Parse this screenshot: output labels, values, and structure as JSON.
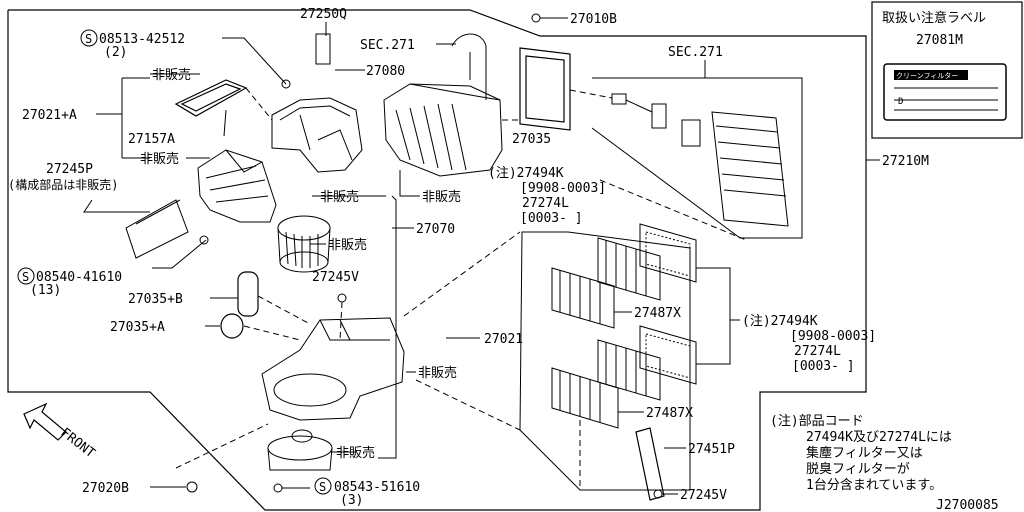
{
  "parts": {
    "p27250Q": "27250Q",
    "p27010B": "27010B",
    "p08513_num": "08513-42512",
    "p08513_qty": "(2)",
    "sec271_a": "SEC.271",
    "p27080": "27080",
    "nonsale_1": "非販売",
    "sec271_b": "SEC.271",
    "p27021A": "27021+A",
    "p27157A": "27157A",
    "nonsale_2": "非販売",
    "p27245P": "27245P",
    "p27245P_note": "(構成部品は非販売)",
    "p27035": "27035",
    "p27210M": "27210M",
    "nonsale_3": "非販売",
    "note_27494K_1": "(注)27494K",
    "date_range_1": "[9908-0003]",
    "p27274L_1": "27274L",
    "date_from_1": "[0003-    ]",
    "nonsale_4": "非販売",
    "p27070": "27070",
    "nonsale_5": "非販売",
    "s08540_num": "08540-41610",
    "s08540_qty": "(13)",
    "p27245V_1": "27245V",
    "p27035B": "27035+B",
    "p27487X_1": "27487X",
    "note_27494K_2": "(注)27494K",
    "date_range_2": "[9908-0003]",
    "p27274L_2": "27274L",
    "date_from_2": "[0003-    ]",
    "p27035A": "27035+A",
    "p27021": "27021",
    "nonsale_6": "非販売",
    "p27487X_2": "27487X",
    "front": "FRONT",
    "note_head": "(注)部品コード",
    "note_l1": "27494K及び27274Lには",
    "note_l2": "集塵フィルター又は",
    "note_l3": "脱臭フィルターが",
    "note_l4": "1台分含まれています。",
    "p27451P": "27451P",
    "nonsale_7": "非販売",
    "p27020B": "27020B",
    "s08543_num": "08543-51610",
    "s08543_qty": "(3)",
    "p27245V_2": "27245V",
    "diagram_id": "J2700085"
  },
  "label_box": {
    "title": "取扱い注意ラベル",
    "part": "27081M",
    "sticker_text": "クリーンフィルター"
  }
}
